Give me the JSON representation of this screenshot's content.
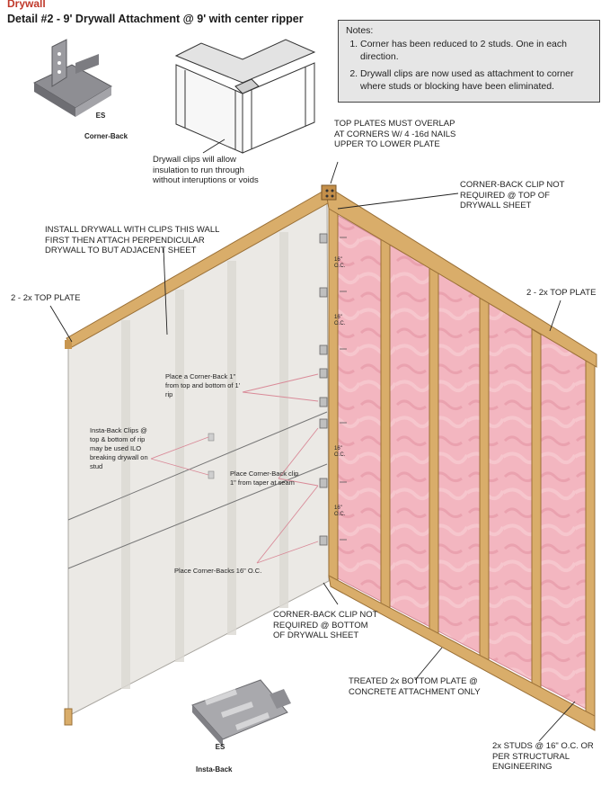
{
  "header": {
    "section": "Drywall",
    "title": "Detail #2 - 9' Drywall Attachment @ 9' with center ripper"
  },
  "notes": {
    "heading": "Notes:",
    "items": [
      "Corner has been reduced to 2 studs. One in each direction.",
      "Drywall clips are now used as attachment to corner where studs or blocking have been eliminated."
    ]
  },
  "products": {
    "corner_back": {
      "logo": "ES",
      "name": "Corner-Back"
    },
    "insta_back": {
      "logo": "ES",
      "name": "Insta-Back"
    }
  },
  "callouts": {
    "insulation": "Drywall clips will allow insulation to run through without interuptions or voids",
    "top_plates": "TOP PLATES MUST OVERLAP AT CORNERS W/ 4 -16d NAILS UPPER TO LOWER PLATE",
    "clip_not_top": "CORNER-BACK CLIP NOT REQUIRED @ TOP OF DRYWALL SHEET",
    "install_first": "INSTALL DRYWALL WITH CLIPS THIS WALL FIRST THEN ATTACH PERPENDICULAR DRYWALL TO BUT ADJACENT SHEET",
    "top_plate_left": "2 - 2x TOP PLATE",
    "top_plate_right": "2 - 2x TOP PLATE",
    "place_rip": "Place a Corner-Back 1\" from top and bottom of 1' rip",
    "insta_clips": "Insta-Back Clips @ top & bottom of rip may be used ILO breaking drywall on stud",
    "place_taper": "Place Corner-Back clip 1\" from taper at seam",
    "place_16oc": "Place Corner-Backs 16\" O.C.",
    "clip_not_bottom": "CORNER-BACK CLIP NOT REQUIRED @ BOTTOM OF DRYWALL SHEET",
    "bottom_plate": "TREATED 2x BOTTOM PLATE @ CONCRETE ATTACHMENT ONLY",
    "studs": "2x STUDS @ 16\" O.C. OR PER STRUCTURAL ENGINEERING"
  },
  "spacing": [
    "16\" O.C.",
    "16\" O.C.",
    "16\" O.C.",
    "16\" O.C."
  ],
  "colors": {
    "wood": "#d9ad6a",
    "wood_edge": "#9a7037",
    "insulation": "#f0aeb9",
    "drywall": "#eceae6",
    "leader": "#d98a98"
  }
}
